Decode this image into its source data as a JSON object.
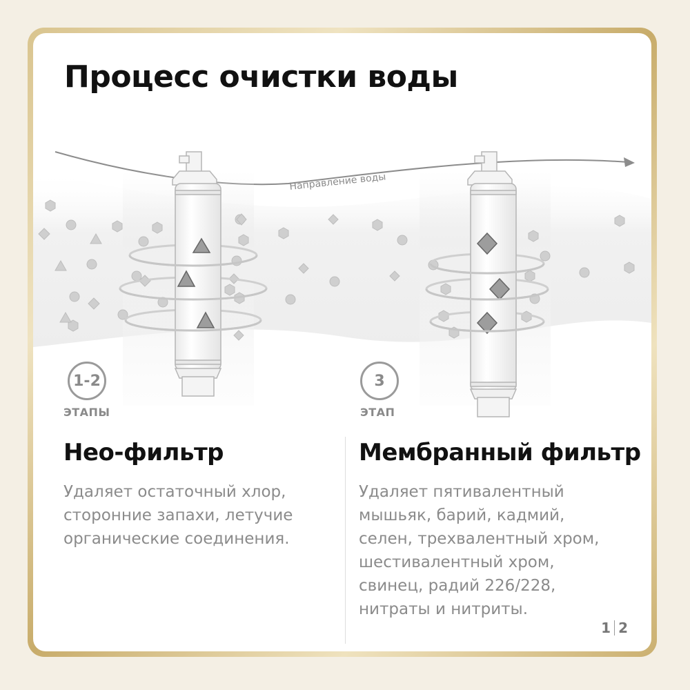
{
  "title": "Процесс очистки воды",
  "flow_label": "Направление воды",
  "stages": [
    {
      "badge": "1-2",
      "label": "ЭТАПЫ",
      "name": "Нео-фильтр",
      "description": [
        "Удаляет остаточный хлор,",
        "сторонние запахи, летучие",
        "органические соединения."
      ]
    },
    {
      "badge": "3",
      "label": "ЭТАП",
      "name": "Мембранный фильтр",
      "description": [
        "Удаляет пятивалентный",
        "мышьяк, барий, кадмий,",
        "селен, трехвалентный хром,",
        "шестивалентный хром,",
        "свинец, радий 226/228,",
        "нитраты и нитриты."
      ]
    }
  ],
  "pager": {
    "current": "1",
    "total": "2"
  },
  "colors": {
    "frame_gold": "#d9c48e",
    "particle": "#cfcfcf",
    "text_dark": "#111111",
    "text_gray": "#8b8b8b"
  }
}
